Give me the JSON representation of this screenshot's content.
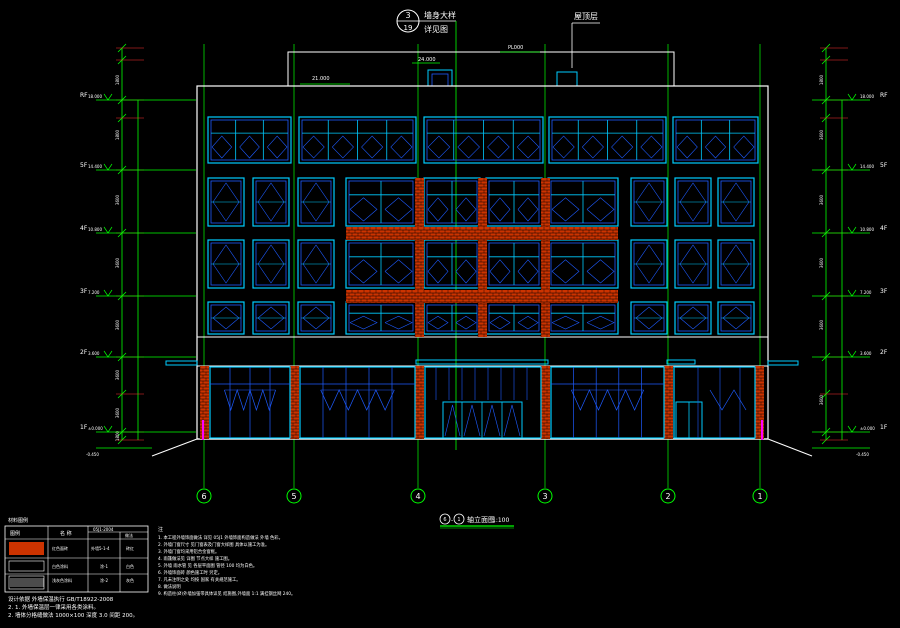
{
  "colors": {
    "background": "#000000",
    "outline": "#ffffff",
    "window": "#00ccff",
    "window_inner": "#1e5bff",
    "brick": "#cc3300",
    "dim": "#00ff00",
    "level": "#ff3333",
    "axis_circle": "#00ff00",
    "magenta": "#ff00ff"
  },
  "top_callout": {
    "index": "3",
    "sheet": "19",
    "label1": "墙身大样",
    "label2": "详见图"
  },
  "roof_callout": "屋顶层",
  "roof_levels": {
    "parapet": "21.000",
    "roof_top": "24.000",
    "stair": "PL000"
  },
  "levels": [
    {
      "name": "RF",
      "value": "18.000"
    },
    {
      "name": "5F",
      "value": "14.400"
    },
    {
      "name": "4F",
      "value": "10.800"
    },
    {
      "name": "3F",
      "value": "7.200"
    },
    {
      "name": "2F",
      "value": "3.600"
    },
    {
      "name": "1F",
      "value": "±0.000"
    }
  ],
  "ground_level": "-0.450",
  "left_dims": [
    "1800",
    "1800",
    "3600",
    "3600",
    "3600",
    "3600",
    "3600",
    "1800"
  ],
  "right_dims": [
    "1800",
    "3600",
    "3600",
    "3600",
    "3600",
    "3600"
  ],
  "axes": [
    "6",
    "5",
    "4",
    "3",
    "2",
    "1"
  ],
  "drawing_title": {
    "from": "6",
    "to": "1",
    "title": "轴立面图",
    "scale": "1:100"
  },
  "legend": {
    "header": "材料图例",
    "columns": [
      "图例",
      "名 称",
      "做法"
    ],
    "ref": "05J1-2004",
    "rows": [
      {
        "name": "红色面砖",
        "code": "外墙5-1-4",
        "note": "砖红"
      },
      {
        "name": "白色涂料",
        "code": "涂-1",
        "note": "白色"
      },
      {
        "name": "浅灰色涂料",
        "code": "涂-2",
        "note": "灰色"
      }
    ]
  },
  "notes": {
    "title": "注",
    "items": [
      "1. 本工程外墙饰面做法 详见 05J1 外墙饰面构造做法     外墙 色彩。",
      "2. 外墙门窗尺寸 见门窗表及门窗大样图 具体以施工为准。",
      "3. 外墙门窗均采用铝合金窗框。",
      "4. 雨篷做法见 详图 节点大样 施工图。",
      "5. 外墙 雨水管 见 各层平面图 管径 100 均为白色。",
      "6. 外墙饰面砖 颜色施工时 另定。",
      "7. 凡未注明之处 均按 国家 有关规范施工。",
      "8. 做法说明",
      "9. 构造柱(Ø)外墙加强带具体详见 结施图,外墙面 1:1 满挂钢丝网 240。"
    ]
  },
  "bottom_notes": [
    "设计依据 外墙保温执行 GB/T18922-2008",
    "2. 1. 外墙保温层一律采用各类涂料。",
    "2. 墙体分格缝做法 1000×100 深度 3.0 间距 200。"
  ]
}
